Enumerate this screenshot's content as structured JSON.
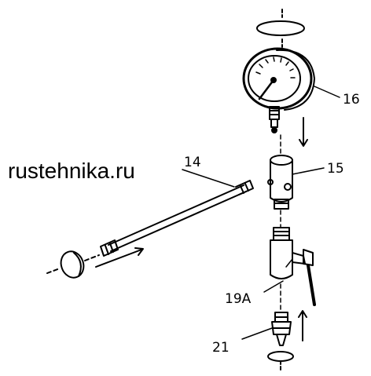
{
  "watermark": {
    "text": "rustehnika.ru"
  },
  "labels": {
    "gauge": "16",
    "tube": "14",
    "adapter": "15",
    "valve": "19A",
    "fitting": "21"
  },
  "icons": {
    "gauge": "pressure-gauge-icon",
    "adapter": "adapter-block-icon",
    "valve": "shutoff-valve-icon",
    "fitting": "nozzle-fitting-icon",
    "tube": "high-pressure-tube-icon"
  }
}
